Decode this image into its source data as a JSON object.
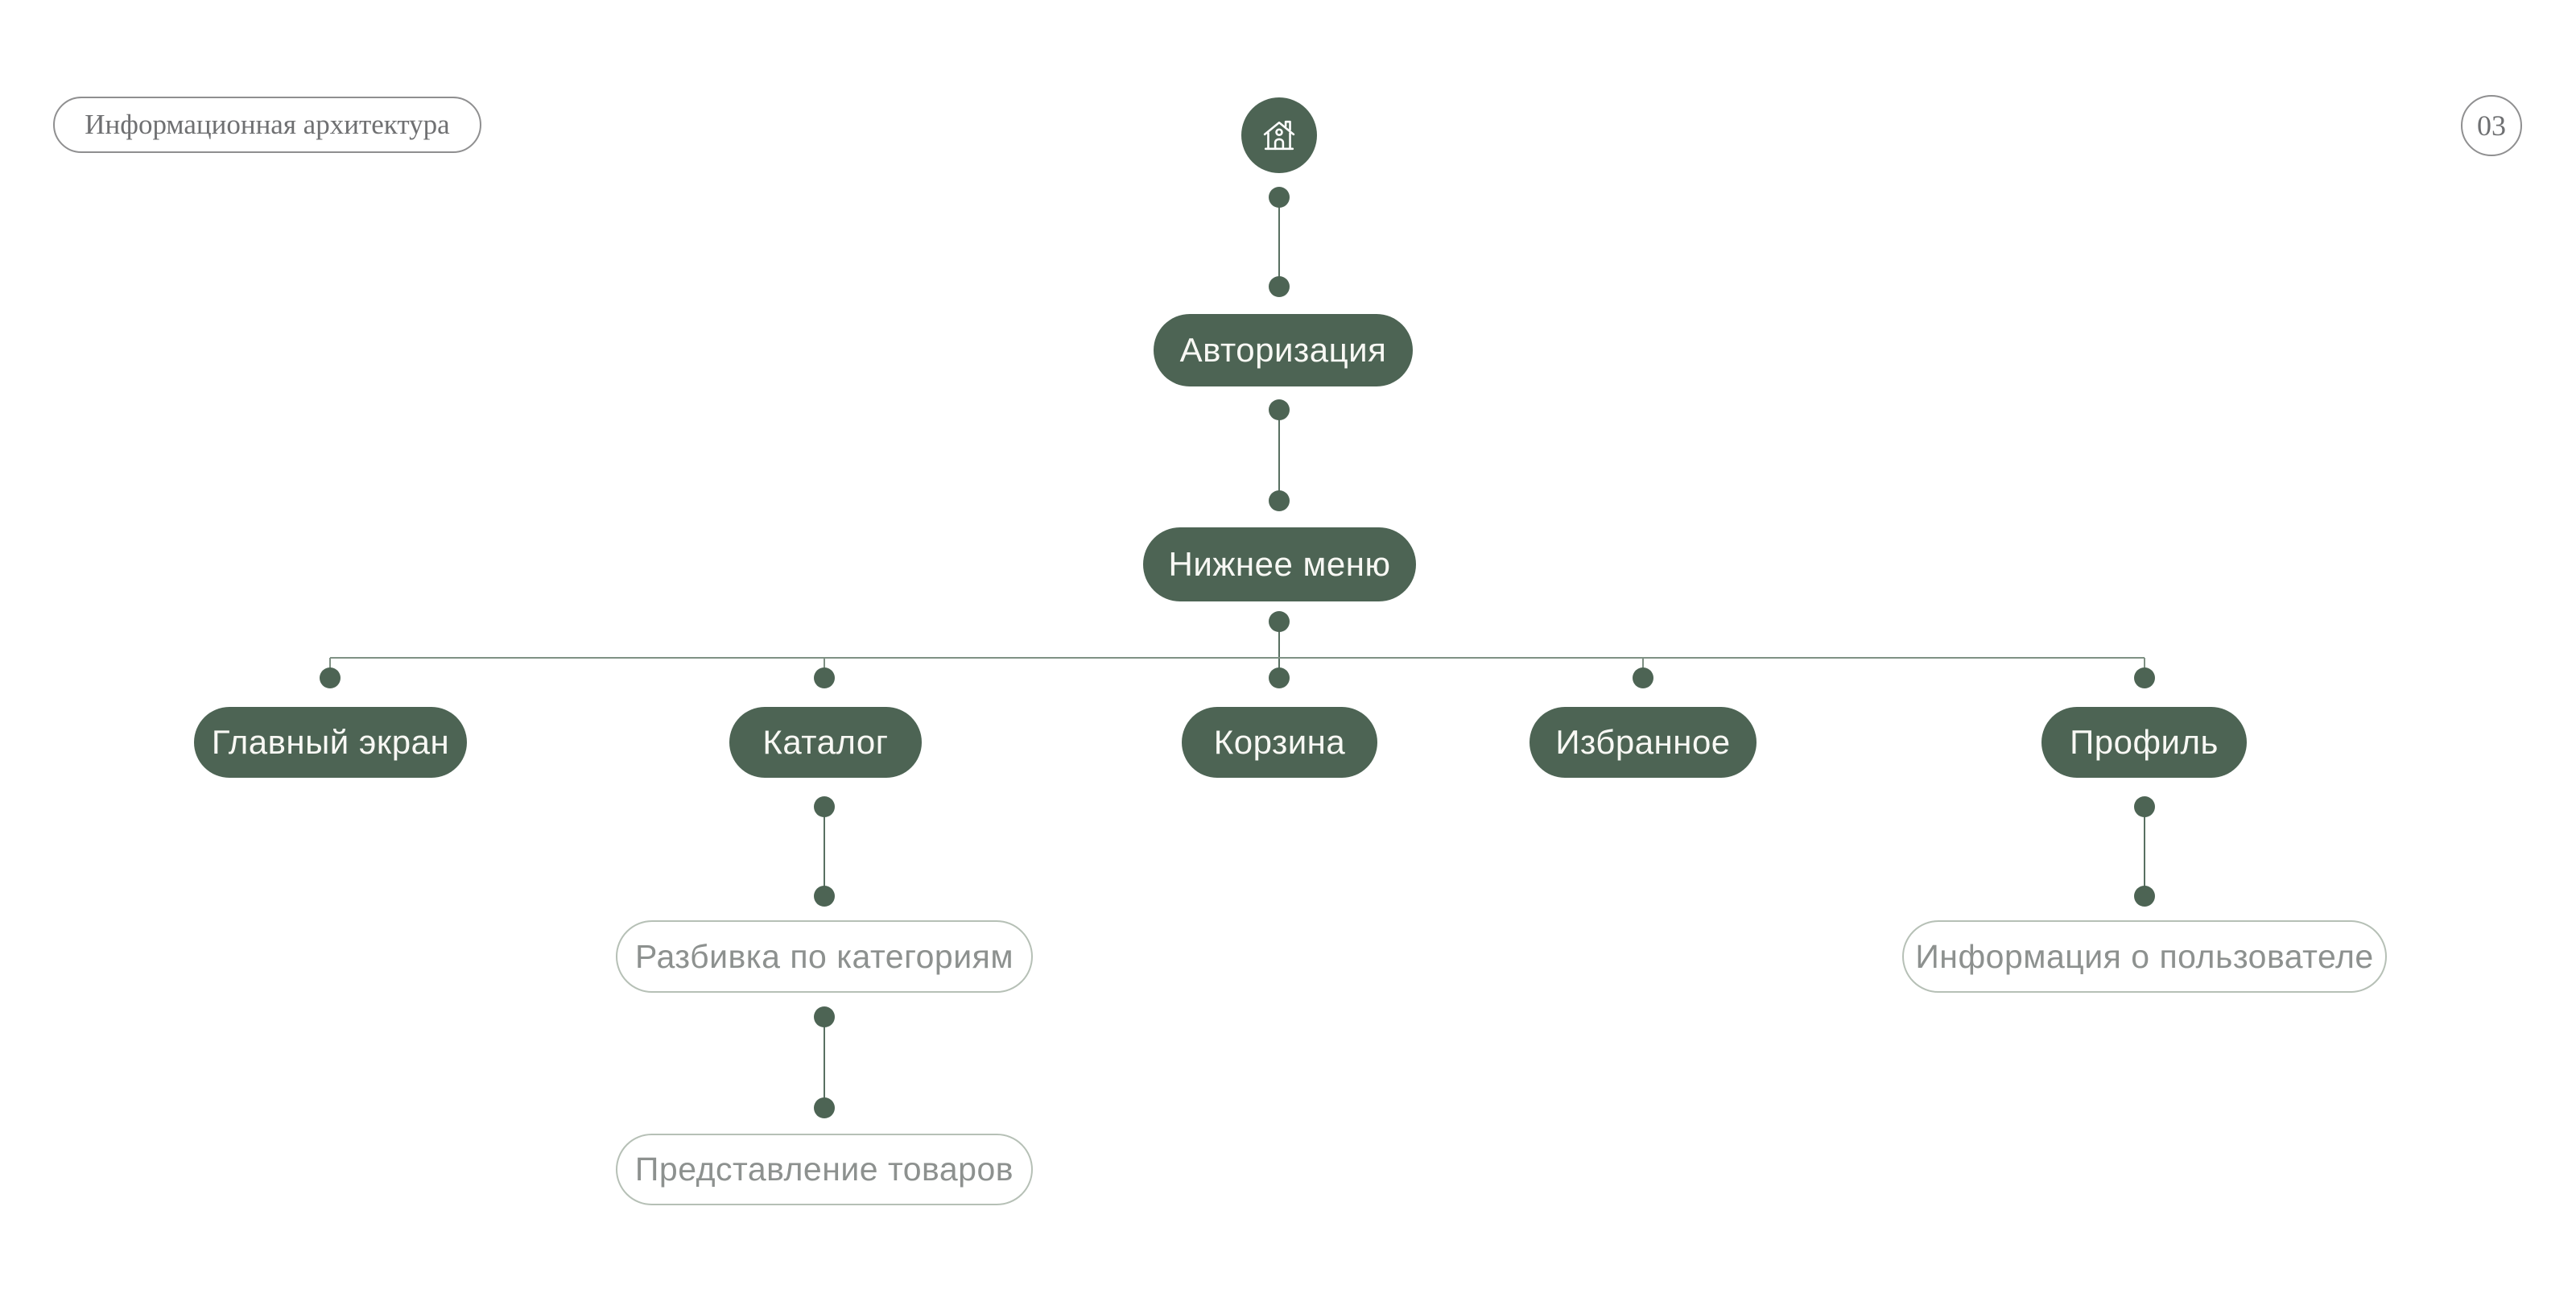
{
  "header": {
    "title_tag": "Информационная архитектура",
    "page_number": "03"
  },
  "colors": {
    "node_green": "#4d6454",
    "connector_green": "#587061",
    "branch_line_gray_green": "#7f9184",
    "outline_node_border": "#b6c0b6",
    "outline_node_text": "#8d918f",
    "tag_border": "#8f8f90",
    "tag_text": "#6f7072",
    "node_text": "#f8f8f4"
  },
  "diagram": {
    "root": {
      "icon": "home-icon"
    },
    "flow": {
      "auth": "Авторизация",
      "bottom_menu": "Нижнее меню"
    },
    "menu_items": {
      "main_screen": "Главный экран",
      "catalog": "Каталог",
      "cart": "Корзина",
      "favorites": "Избранное",
      "profile": "Профиль"
    },
    "sub_pages": {
      "category_breakdown": "Разбивка по категориям",
      "product_view": "Представление товаров",
      "user_info": "Информация о пользователе"
    }
  }
}
